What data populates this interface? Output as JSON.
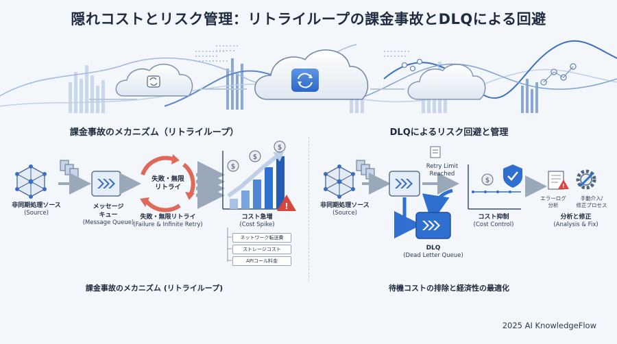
{
  "title": "隠れコストとリスク管理：リトライループの課金事故とDLQによる回避",
  "left": {
    "heading": "課金事故のメカニズム（リトライループ）",
    "source_label": "非同期処理ソース",
    "source_sub": "(Source)",
    "queue_label": "メッセージ\nキュー",
    "queue_sub": "(Message Queue)",
    "cycle_label": "失敗・無限\nリトライ",
    "retry_label": "失敗・無限リトライ",
    "retry_sub": "(Failure & Infinite Retry)",
    "spike_label": "コスト急増",
    "spike_sub": "(Cost Spike)",
    "cost_items": [
      "ネットワーク転送費",
      "ストレージコスト",
      "APIコール料金"
    ],
    "footer": "課金事故のメカニズム (リトライループ)"
  },
  "right": {
    "heading": "DLQによるリスク回避と管理",
    "source_label": "非同期処理ソース",
    "source_sub": "(Source)",
    "retry_limit": "Retry Limit\nReached",
    "dlq_label": "DLQ",
    "dlq_sub": "(Dead Letter Queue)",
    "control_label": "コスト抑制",
    "control_sub": "(Cost Control)",
    "error_log": "エラーログ\n分析",
    "manual_fix": "手動介入/\n修正プロセス",
    "analysis_label": "分析と修正",
    "analysis_sub": "(Analysis & Fix)",
    "footer": "待機コストの排除と経済性の最適化"
  },
  "credit": "2025 AI KnowledgeFlow",
  "colors": {
    "accent": "#2f6fd0",
    "light_accent": "#8fb3e6",
    "alert": "#d9453b",
    "cycle": "#e06a5a"
  }
}
